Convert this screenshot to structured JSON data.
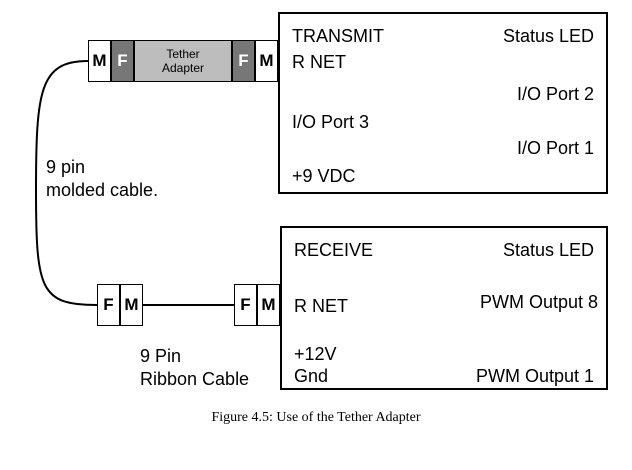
{
  "transmit_box": {
    "title": "TRANSMIT",
    "status": "Status LED",
    "rnet": "R NET",
    "io2": "I/O Port 2",
    "io3": "I/O Port 3",
    "io1": "I/O Port 1",
    "power": "+9 VDC"
  },
  "receive_box": {
    "title": "RECEIVE",
    "status": "Status LED",
    "rnet": "R NET",
    "pwm8": "PWM Output 8",
    "power": "+12V",
    "gnd": "Gnd",
    "pwm1": "PWM Output 1"
  },
  "tether": {
    "left_m": "M",
    "left_f": "F",
    "label_line1": "Tether",
    "label_line2": "Adapter",
    "right_f": "F",
    "right_m": "M"
  },
  "ribbon": {
    "left_f": "F",
    "left_m": "M",
    "right_f": "F",
    "right_m": "M"
  },
  "labels": {
    "molded_line1": "9 pin",
    "molded_line2": "molded cable.",
    "ribbon_line1": "9 Pin",
    "ribbon_line2": "Ribbon Cable"
  },
  "caption": "Figure 4.5: Use of the Tether Adapter"
}
